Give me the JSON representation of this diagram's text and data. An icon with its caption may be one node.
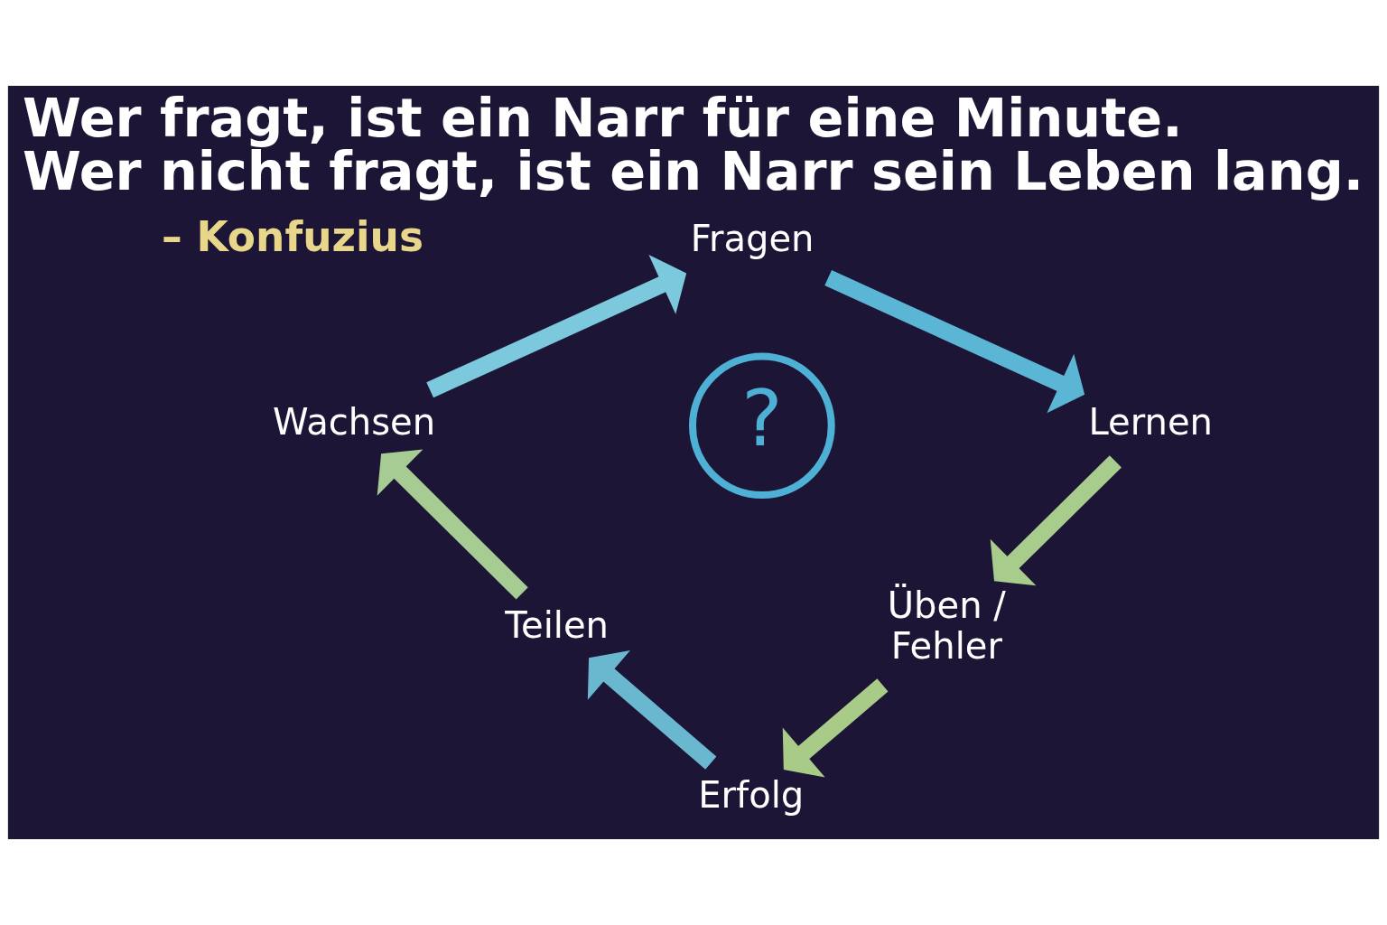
{
  "diagram": {
    "title": "Wer fragt, ist ein Narr für eine Minute. Wer nicht fragt, ist ein Narr sein Leben lang.",
    "nodes": [
      {
        "text": [
          "Fragen"
        ]
      },
      {
        "text": [
          "Lernen"
        ]
      },
      {
        "text": [
          "Üben / Fehler"
        ]
      },
      {
        "text": [
          "Erfolg"
        ]
      },
      {
        "text": [
          "Teilen"
        ]
      },
      {
        "text": [
          "Wachsen"
        ]
      },
      {
        "text": [
          "?"
        ]
      }
    ],
    "edges": [
      {
        "from": 0,
        "to": 1,
        "arrow": "to",
        "color": "#5bb5d5"
      },
      {
        "from": 1,
        "to": 2,
        "arrow": "to",
        "color": "#a8cc8c"
      },
      {
        "from": 2,
        "to": 3,
        "arrow": "to",
        "color": "#a8cc88"
      },
      {
        "from": 3,
        "to": 4,
        "arrow": "to",
        "color": "#6ab8d0"
      },
      {
        "from": 4,
        "to": 5,
        "arrow": "to",
        "color": "#a6cc94"
      },
      {
        "from": 5,
        "to": 0,
        "arrow": "to",
        "color": "#7cc8dc"
      }
    ],
    "labels": [
      "– Konfuzius"
    ]
  }
}
